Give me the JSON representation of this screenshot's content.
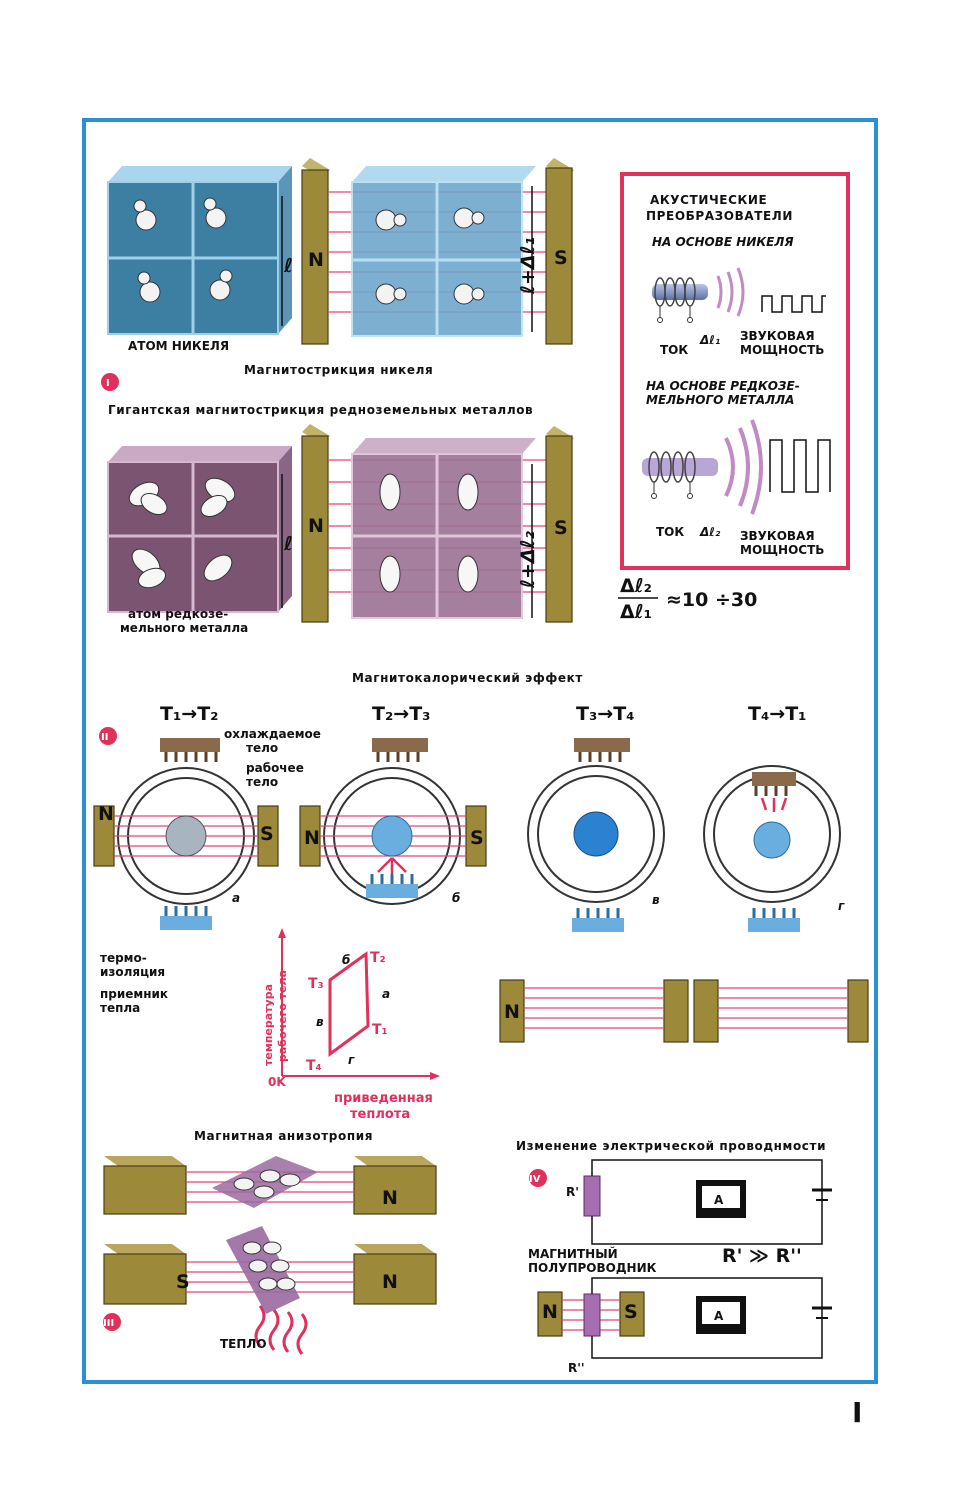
{
  "section1": {
    "roman": "I",
    "nickel_atom_label": "АТОМ НИКЕЛЯ",
    "caption_nickel": "Магнитострикция никеля",
    "caption_giant": "Гигантская магнитострикция редноземельных металлов",
    "rare_atom_label_1": "атом редкозе-",
    "rare_atom_label_2": "мельного металла",
    "l_label": "ℓ",
    "l_plus_dl1": "ℓ+Δℓ₁",
    "l_plus_dl2": "ℓ+Δℓ₂",
    "pole_n": "N",
    "pole_s": "S"
  },
  "acoustic_box": {
    "title_1": "АКУСТИЧЕСКИЕ",
    "title_2": "ПРЕОБРАЗОВАТЕЛИ",
    "subtitle_nickel": "НА ОСНОВЕ НИКЕЛЯ",
    "current": "ТОК",
    "dl1": "Δℓ₁",
    "dl2": "Δℓ₂",
    "sound_power_1": "ЗВУКОВАЯ",
    "sound_power_2": "МОЩНОСТЬ",
    "subtitle_rare_1": "НА ОСНОВЕ РЕДКОЗЕ-",
    "subtitle_rare_2": "МЕЛЬНОГО МЕТАЛЛА"
  },
  "ratio": {
    "numerator": "Δℓ₂",
    "denominator": "Δℓ₁",
    "value": "≈10 ÷30"
  },
  "section2": {
    "roman": "II",
    "caption": "Магнитокалорический эффект",
    "steps": [
      "T₁→T₂",
      "T₂→T₃",
      "T₃→T₄",
      "T₄→T₁"
    ],
    "letters": [
      "а",
      "б",
      "в",
      "г"
    ],
    "cooled_body_1": "охлаждаемое",
    "cooled_body_2": "тело",
    "working_body_1": "рабочее",
    "working_body_2": "тело",
    "insulation_1": "термо-",
    "insulation_2": "изоляция",
    "receiver_1": "приемник",
    "receiver_2": "тепла",
    "graph": {
      "ylabel_1": "температура",
      "ylabel_2": "рабочего тела",
      "xlabel_1": "приведенная",
      "xlabel_2": "теплота",
      "origin": "0K",
      "points": [
        "T₂",
        "T₃",
        "T₁",
        "T₄"
      ],
      "edges": [
        "б",
        "а",
        "в",
        "г"
      ]
    }
  },
  "section3": {
    "roman": "III",
    "caption": "Магнитная анизотропия",
    "heat": "ТЕПЛО"
  },
  "section4": {
    "roman": "IV",
    "caption": "Изменение электрической проводнмости",
    "r1": "R'",
    "r2": "R''",
    "semiconductor_1": "МАГНИТНЫЙ",
    "semiconductor_2": "ПОЛУПРОВОДНИК",
    "relation": "R' ≫ R''",
    "meter": "A"
  },
  "page_number": "I",
  "colors": {
    "frame": "#2c8fd6",
    "accent_red": "#e0305c",
    "magnet": "#9c8a3a",
    "field_lines": "#e8457a"
  }
}
